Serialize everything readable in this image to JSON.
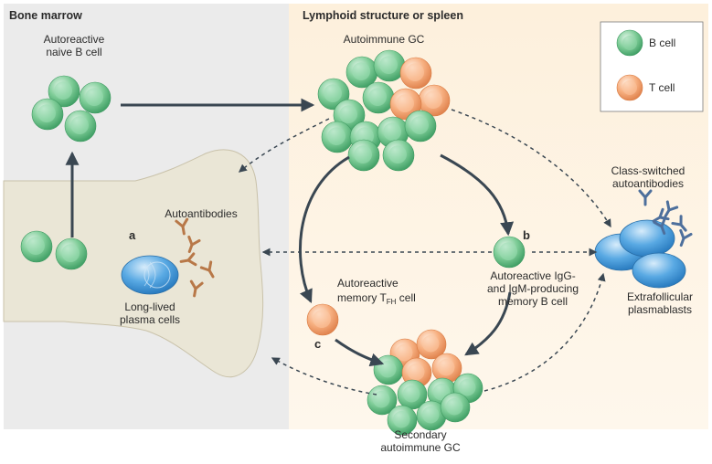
{
  "panels": {
    "left_title": "Bone marrow",
    "right_title": "Lymphoid structure or spleen"
  },
  "legend": {
    "b_cell": "B cell",
    "t_cell": "T cell"
  },
  "labels": {
    "naive_line1": "Autoreactive",
    "naive_line2": "naive B cell",
    "autoimmune_gc": "Autoimmune GC",
    "autoantibodies": "Autoantibodies",
    "plasma_line1": "Long-lived",
    "plasma_line2": "plasma cells",
    "tfh_line1": "Autoreactive",
    "tfh_line2_pre": "memory T",
    "tfh_sub": "FH",
    "tfh_line2_post": " cell",
    "memb_line1": "Autoreactive IgG-",
    "memb_line2": "and IgM-producing",
    "memb_line3": "memory B cell",
    "cs_line1": "Class-switched",
    "cs_line2": "autoantibodies",
    "ef_line1": "Extrafollicular",
    "ef_line2": "plasmablasts",
    "sec_line1": "Secondary",
    "sec_line2": "autoimmune GC"
  },
  "letters": {
    "a": "a",
    "b": "b",
    "c": "c"
  },
  "colors": {
    "bone_marrow_bg": "#ebebeb",
    "lymphoid_bg": "#fdf0dc",
    "bone_fill": "#eae6d6",
    "b_cell": "#6cc48a",
    "t_cell": "#f4a36f",
    "plasma": "#3d95d8",
    "antibody_brown": "#b87848",
    "antibody_blue": "#4d6f9c",
    "arrow": "#3a4752"
  }
}
